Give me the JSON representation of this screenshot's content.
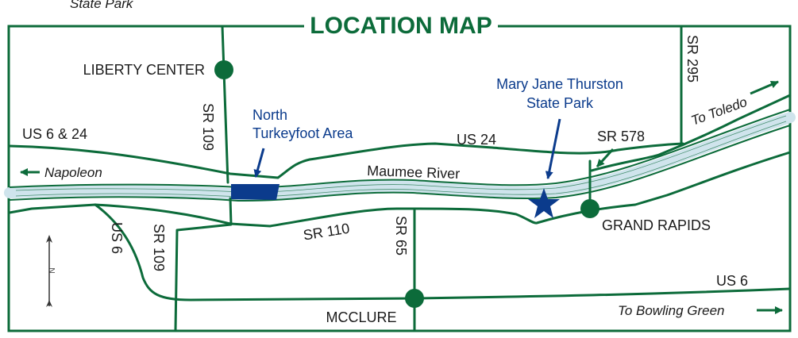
{
  "header": {
    "cropped_text": "State Park",
    "title": "LOCATION MAP"
  },
  "colors": {
    "road": "#0c6b3a",
    "river_fill": "#cfe4ec",
    "park_blue": "#0b3b8c",
    "title_green": "#0c6b3a"
  },
  "towns": {
    "liberty_center": "LIBERTY CENTER",
    "grand_rapids": "GRAND RAPIDS",
    "mcclure": "MCCLURE"
  },
  "roads": {
    "us6_24": "US 6 & 24",
    "us24": "US 24",
    "sr109_north": "SR 109",
    "sr109_south": "SR 109",
    "sr110": "SR 110",
    "sr65": "SR 65",
    "us6_west": "US 6",
    "us6_east": "US 6",
    "sr578": "SR 578",
    "sr295": "SR 295"
  },
  "directions": {
    "napoleon": "Napoleon",
    "toledo": "To Toledo",
    "bowling_green": "To Bowling Green"
  },
  "features": {
    "river": "Maumee River",
    "north_turkeyfoot_line1": "North",
    "north_turkeyfoot_line2": "Turkeyfoot Area",
    "park_line1": "Mary Jane Thurston",
    "park_line2": "State Park"
  },
  "compass": {
    "north_letter": "N"
  },
  "icons": [
    "star-icon",
    "arrow-left-icon",
    "arrow-right-icon",
    "north-arrow-icon"
  ]
}
